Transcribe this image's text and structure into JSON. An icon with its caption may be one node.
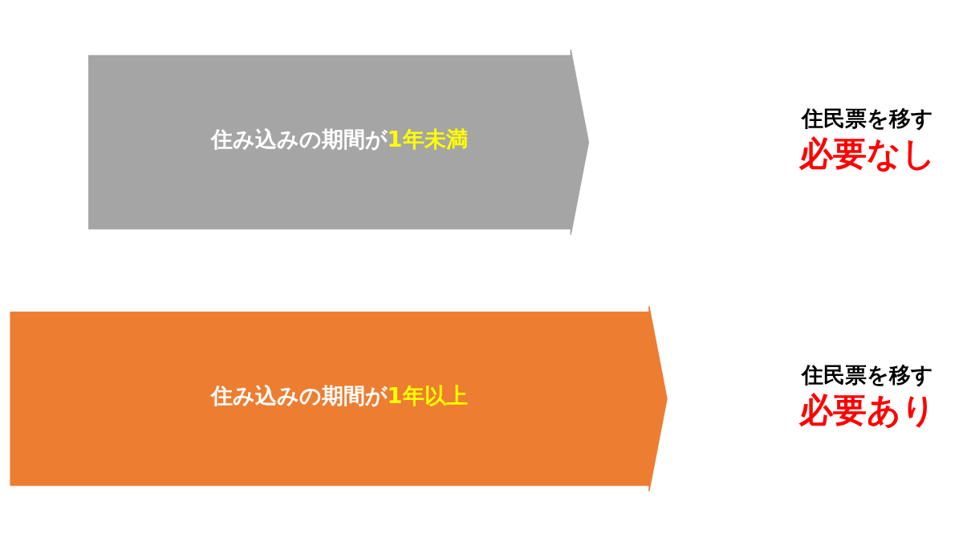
{
  "diagram": {
    "nodes": [
      {
        "text": [
          "住み込みの期間が**1年未満**"
        ]
      },
      {
        "text": [
          "住民票を移す",
          "必要なし"
        ]
      },
      {
        "text": [
          "住み込みの期間が**1年以上**"
        ]
      },
      {
        "text": [
          "住民票を移す",
          "必要あり"
        ]
      }
    ]
  }
}
